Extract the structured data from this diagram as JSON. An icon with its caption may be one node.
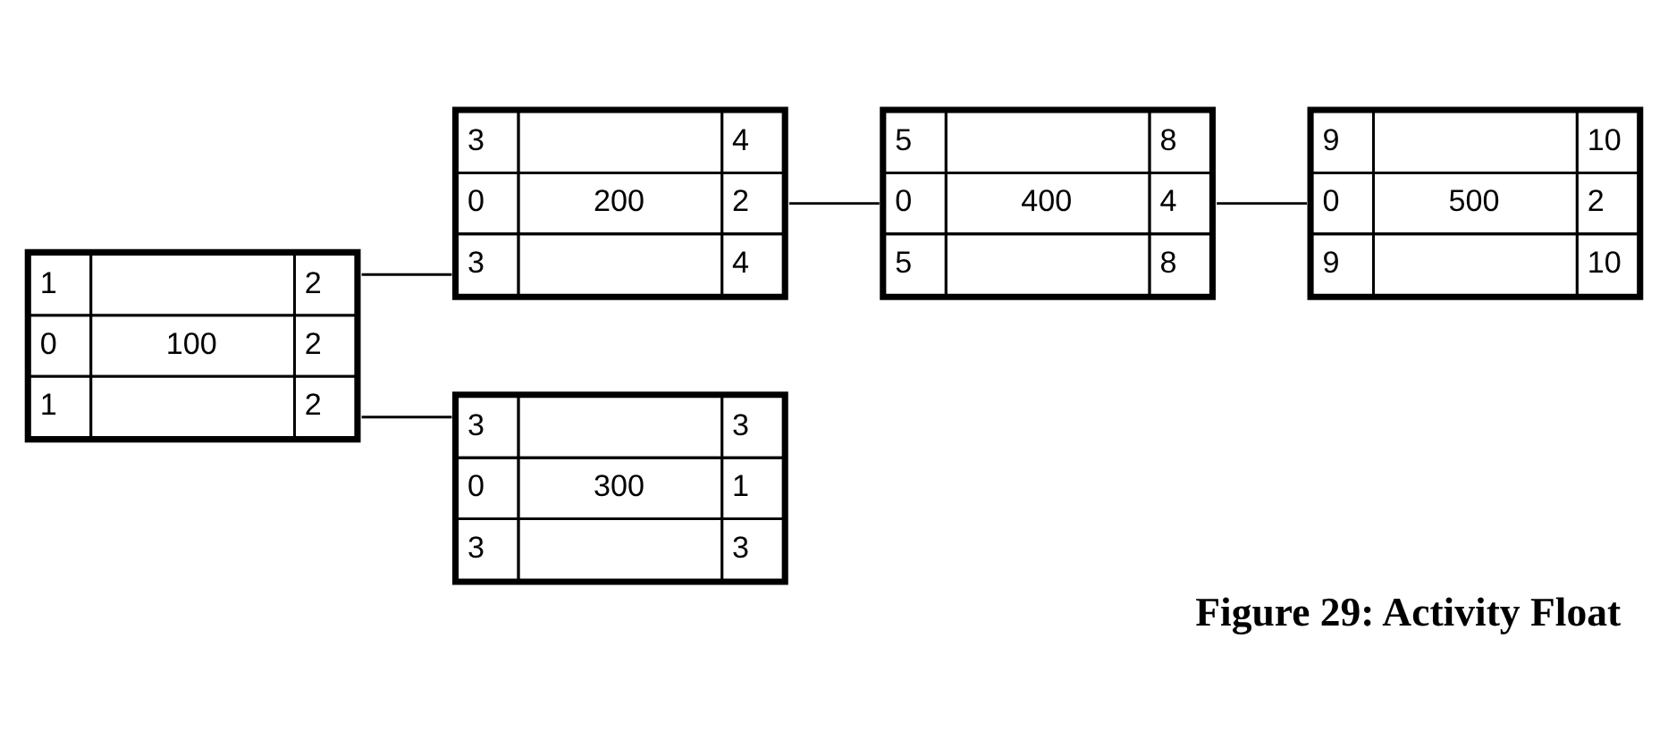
{
  "diagram": {
    "caption": "Figure 29: Activity Float",
    "nodes": [
      {
        "text": [
          "1",
          "2",
          "0",
          "100",
          "2",
          "1",
          "2"
        ]
      },
      {
        "text": [
          "3",
          "4",
          "0",
          "200",
          "2",
          "3",
          "4"
        ]
      },
      {
        "text": [
          "3",
          "3",
          "0",
          "300",
          "1",
          "3",
          "3"
        ]
      },
      {
        "text": [
          "5",
          "8",
          "0",
          "400",
          "4",
          "5",
          "8"
        ]
      },
      {
        "text": [
          "9",
          "10",
          "0",
          "500",
          "2",
          "9",
          "10"
        ]
      }
    ],
    "edges": [
      {
        "from": 0,
        "to": 1,
        "arrow": "none"
      },
      {
        "from": 0,
        "to": 2,
        "arrow": "none"
      },
      {
        "from": 1,
        "to": 3,
        "arrow": "none"
      },
      {
        "from": 3,
        "to": 4,
        "arrow": "none"
      }
    ]
  }
}
